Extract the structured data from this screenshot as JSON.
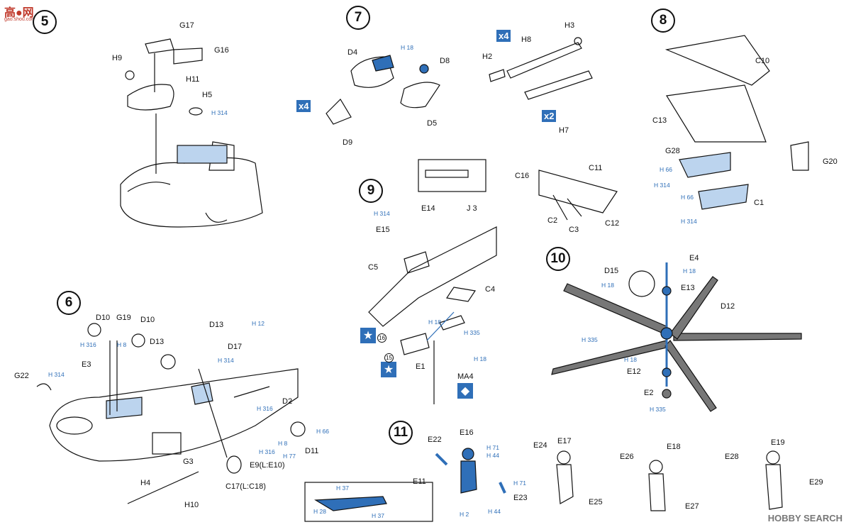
{
  "watermark": {
    "logo_text": "高●网",
    "logo_url_text": "gao.shou.com",
    "brand": "HOBBY SEARCH"
  },
  "steps": [
    {
      "num": "5"
    },
    {
      "num": "6"
    },
    {
      "num": "7"
    },
    {
      "num": "8"
    },
    {
      "num": "9"
    },
    {
      "num": "10"
    },
    {
      "num": "11"
    }
  ],
  "step5": {
    "parts": [
      "G17",
      "G16",
      "H9",
      "H11",
      "H5"
    ],
    "paint": [
      "H 314"
    ]
  },
  "step6": {
    "parts": [
      "D10",
      "G19",
      "D10",
      "D13",
      "D13",
      "D17",
      "E3",
      "G22",
      "D2",
      "D11",
      "E9(L:E10)",
      "G3",
      "H4",
      "H10",
      "C17(L:C18)"
    ],
    "paint": [
      "H 316",
      "H 8",
      "H 12",
      "H 314",
      "H 314",
      "H 316",
      "H 8",
      "H 316",
      "H 77",
      "H 66"
    ]
  },
  "step7": {
    "parts": [
      "D4",
      "D8",
      "D5",
      "D9",
      "H8",
      "H3",
      "H2",
      "H7"
    ],
    "paint": [
      "H 18"
    ],
    "qty": [
      "x4",
      "x4",
      "x2"
    ]
  },
  "step8": {
    "parts": [
      "C10",
      "C13",
      "G28",
      "G20",
      "C1",
      "C16",
      "C11",
      "C2",
      "C3",
      "C12"
    ],
    "paint": [
      "H 66",
      "H 314",
      "H 66",
      "H 314"
    ]
  },
  "step9": {
    "parts": [
      "E14",
      "J 3",
      "E15",
      "C5",
      "C4",
      "E1",
      "MA4"
    ],
    "paint": [
      "H 314",
      "H 18",
      "H 335",
      "H 18"
    ],
    "markers": [
      "16",
      "15"
    ]
  },
  "step10": {
    "parts": [
      "E4",
      "D15",
      "E13",
      "D12",
      "E12",
      "E2"
    ],
    "paint": [
      "H 18",
      "H 18",
      "H 335",
      "H 18",
      "H 335"
    ]
  },
  "step11": {
    "parts": [
      "E22",
      "E16",
      "E24",
      "E17",
      "E26",
      "E18",
      "E28",
      "E19",
      "E11",
      "E23",
      "E25",
      "E27",
      "E29"
    ],
    "paint": [
      "H 71",
      "H 44",
      "H 71",
      "H 44",
      "H 2",
      "H 37",
      "H 28",
      "H 37"
    ]
  }
}
